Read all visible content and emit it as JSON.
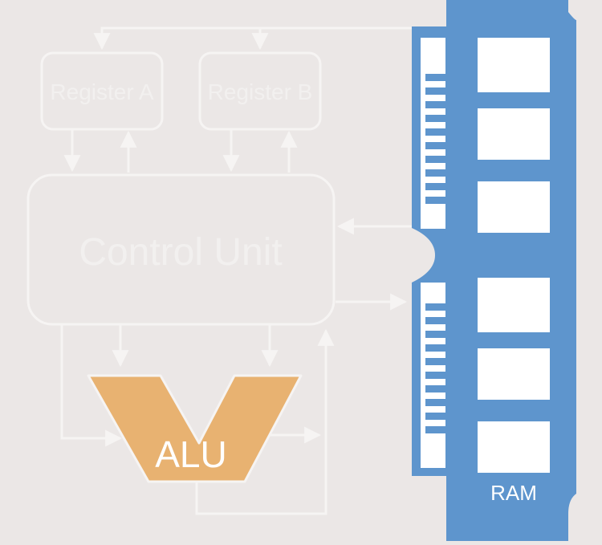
{
  "diagram": {
    "register_a": "Register A",
    "register_b": "Register B",
    "control_unit": "Control Unit",
    "alu": "ALU",
    "ram": "RAM"
  },
  "colors": {
    "background": "#ebe7e6",
    "faded_stroke": "#f6f4f3",
    "faded_text": "#f2f0ef",
    "alu_fill": "#e8b271",
    "ram_fill": "#5e95cd",
    "white": "#ffffff"
  }
}
